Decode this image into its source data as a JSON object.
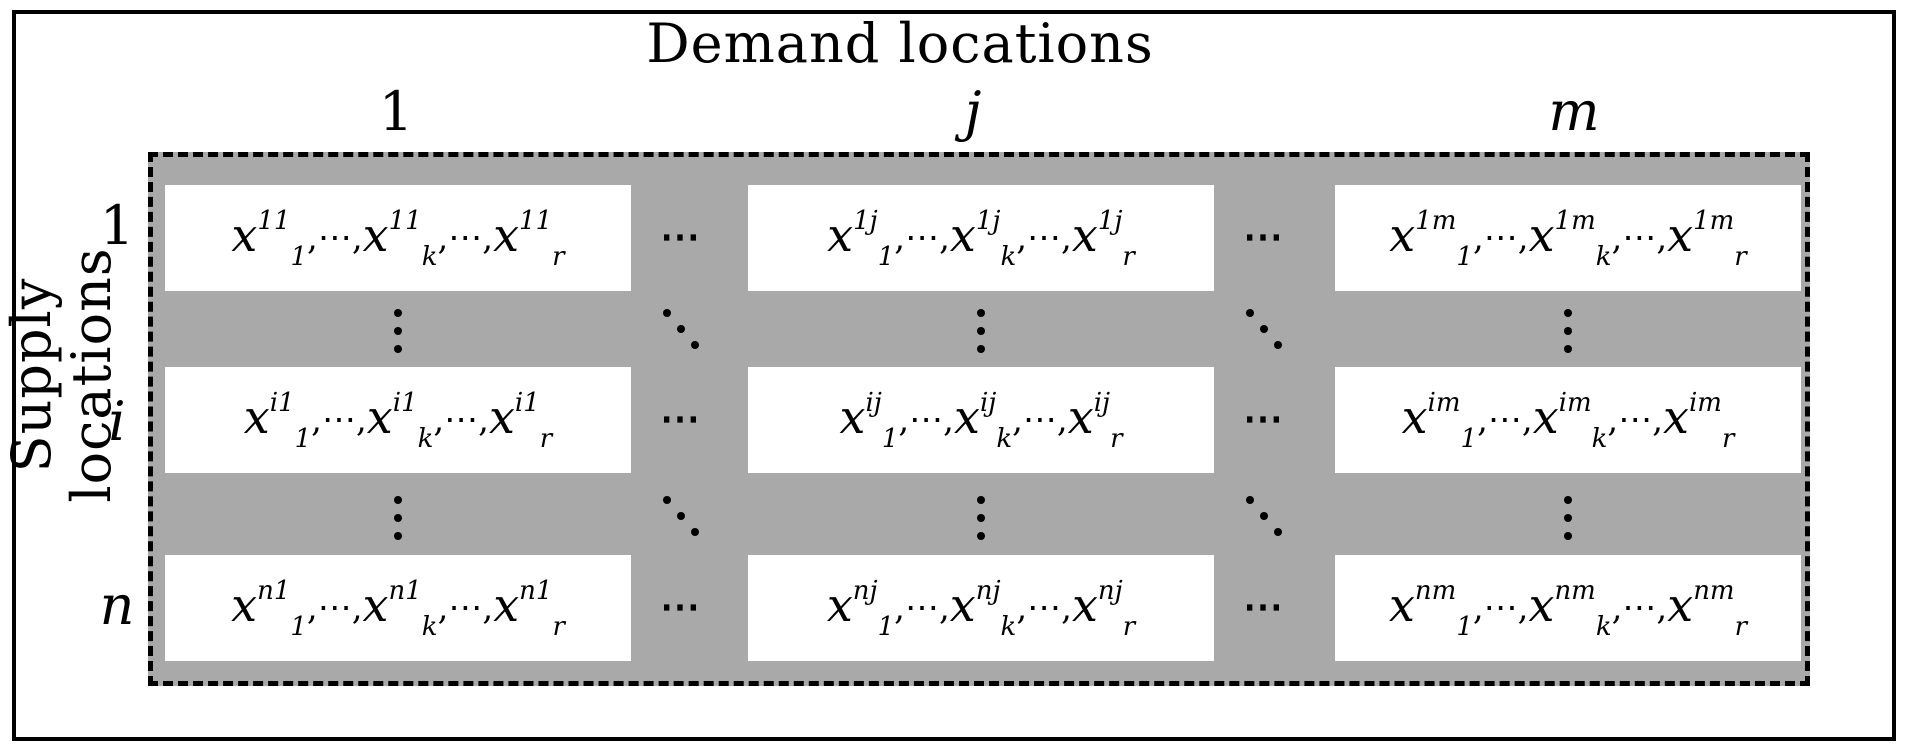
{
  "title": "Demand  locations",
  "side_label": "Supply locations",
  "columns": [
    {
      "label": "1",
      "italic": false
    },
    {
      "label": "j",
      "italic": true
    },
    {
      "label": "m",
      "italic": true
    }
  ],
  "rows": [
    {
      "label": "1",
      "italic": false
    },
    {
      "label": "i",
      "italic": true
    },
    {
      "label": "n",
      "italic": true
    }
  ],
  "cells": [
    [
      {
        "sup": "11",
        "subs": [
          "1",
          "k",
          "r"
        ]
      },
      {
        "sup": "1j",
        "subs": [
          "1",
          "k",
          "r"
        ]
      },
      {
        "sup": "1m",
        "subs": [
          "1",
          "k",
          "r"
        ]
      }
    ],
    [
      {
        "sup": "i1",
        "subs": [
          "1",
          "k",
          "r"
        ]
      },
      {
        "sup": "ij",
        "subs": [
          "1",
          "k",
          "r"
        ]
      },
      {
        "sup": "im",
        "subs": [
          "1",
          "k",
          "r"
        ]
      }
    ],
    [
      {
        "sup": "n1",
        "subs": [
          "1",
          "k",
          "r"
        ]
      },
      {
        "sup": "nj",
        "subs": [
          "1",
          "k",
          "r"
        ]
      },
      {
        "sup": "nm",
        "subs": [
          "1",
          "k",
          "r"
        ]
      }
    ]
  ],
  "variable": "x",
  "ellipsis": "⋯",
  "separator": ",",
  "colors": {
    "grid_fill": "#a9a9a9",
    "cell_fill": "#ffffff",
    "ink": "#000000"
  }
}
